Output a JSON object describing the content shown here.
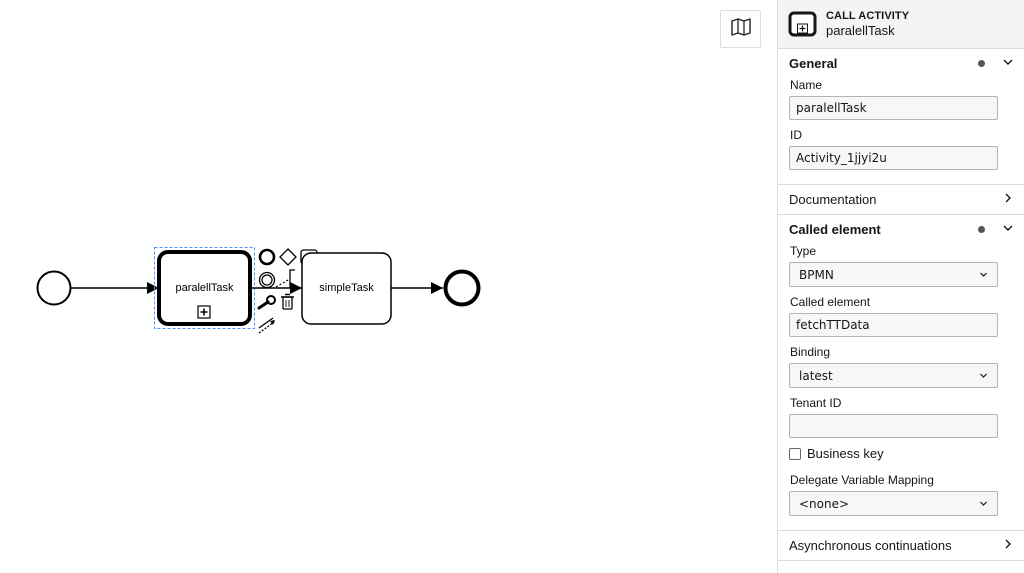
{
  "canvas": {
    "tasks": [
      {
        "label": "paralellTask"
      },
      {
        "label": "simpleTask"
      }
    ]
  },
  "panel": {
    "header": {
      "type": "CALL ACTIVITY",
      "name": "paralellTask"
    },
    "groups": {
      "general": {
        "title": "General",
        "name_label": "Name",
        "name_value": "paralellTask",
        "id_label": "ID",
        "id_value": "Activity_1jjyi2u"
      },
      "documentation": {
        "title": "Documentation"
      },
      "called_element": {
        "title": "Called element",
        "type_label": "Type",
        "type_value": "BPMN",
        "called_label": "Called element",
        "called_value": "fetchTTData",
        "binding_label": "Binding",
        "binding_value": "latest",
        "tenant_label": "Tenant ID",
        "tenant_value": "",
        "business_key_label": "Business key",
        "delegate_label": "Delegate Variable Mapping",
        "delegate_value": "<none>"
      },
      "async": {
        "title": "Asynchronous continuations"
      }
    }
  },
  "icons": {
    "minimap": "map-icon",
    "collapse": "chevron-down-icon",
    "expand": "chevron-right-icon"
  }
}
